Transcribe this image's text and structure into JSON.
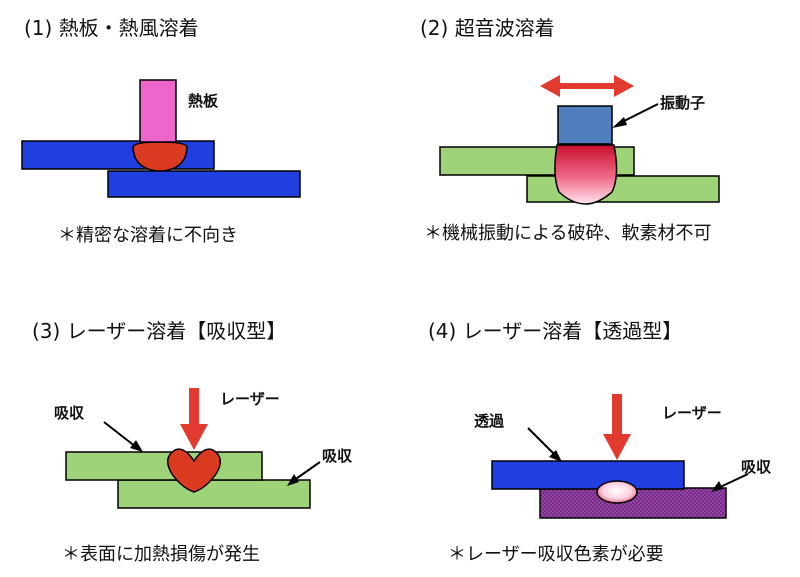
{
  "panels": [
    {
      "title": "(1) 熱板・熱風溶着",
      "labels": [
        "熱板"
      ],
      "note": "＊精密な溶着に不向き"
    },
    {
      "title": "(2) 超音波溶着",
      "labels": [
        "振動子"
      ],
      "note": "＊機械振動による破砕、軟素材不可"
    },
    {
      "title": "(3) レーザー溶着【吸収型】",
      "labels": [
        "吸収",
        "レーザー",
        "吸収"
      ],
      "note": "＊表面に加熱損傷が発生"
    },
    {
      "title": "(4) レーザー溶着【透過型】",
      "labels": [
        "透過",
        "レーザー",
        "吸収"
      ],
      "note": "＊レーザー吸収色素が必要"
    }
  ],
  "colors": {
    "blue_plate": "#1f3fe0",
    "green_plate": "#9fd37a",
    "purple_plate": "#7a2a8a",
    "hot_plate": "#ee66cc",
    "vibrator": "#4f7fbf",
    "laser_arrow": "#e23a2e",
    "weld": "#d93a20"
  }
}
